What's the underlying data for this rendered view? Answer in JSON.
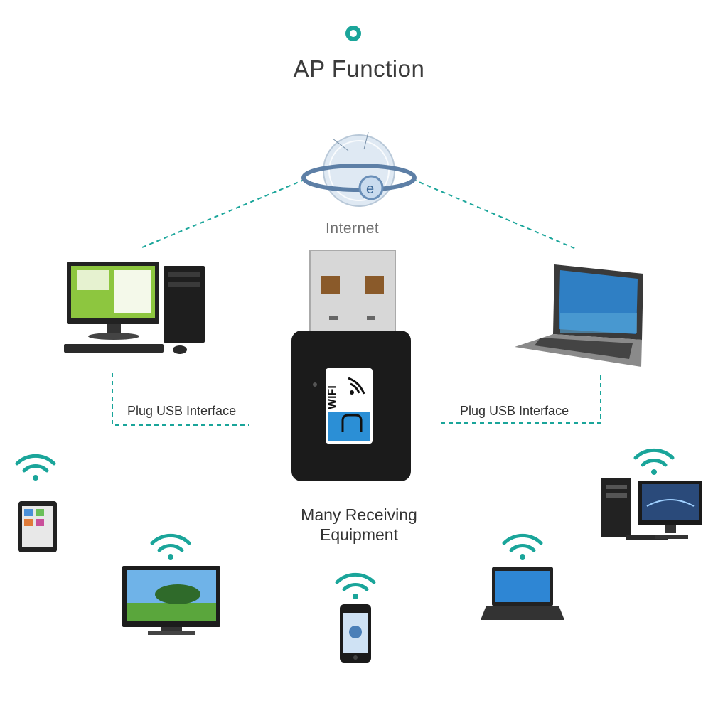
{
  "title": "AP Function",
  "internet_label": "Internet",
  "left_interface_label": "Plug USB Interface",
  "right_interface_label": "Plug USB Interface",
  "receiving_label_line1": "Many Receiving",
  "receiving_label_line2": "Equipment",
  "adapter_label": "WIFI",
  "colors": {
    "accent": "#1aa59a",
    "adapter_body": "#1b1b1b",
    "badge": "#2b8fd6"
  }
}
